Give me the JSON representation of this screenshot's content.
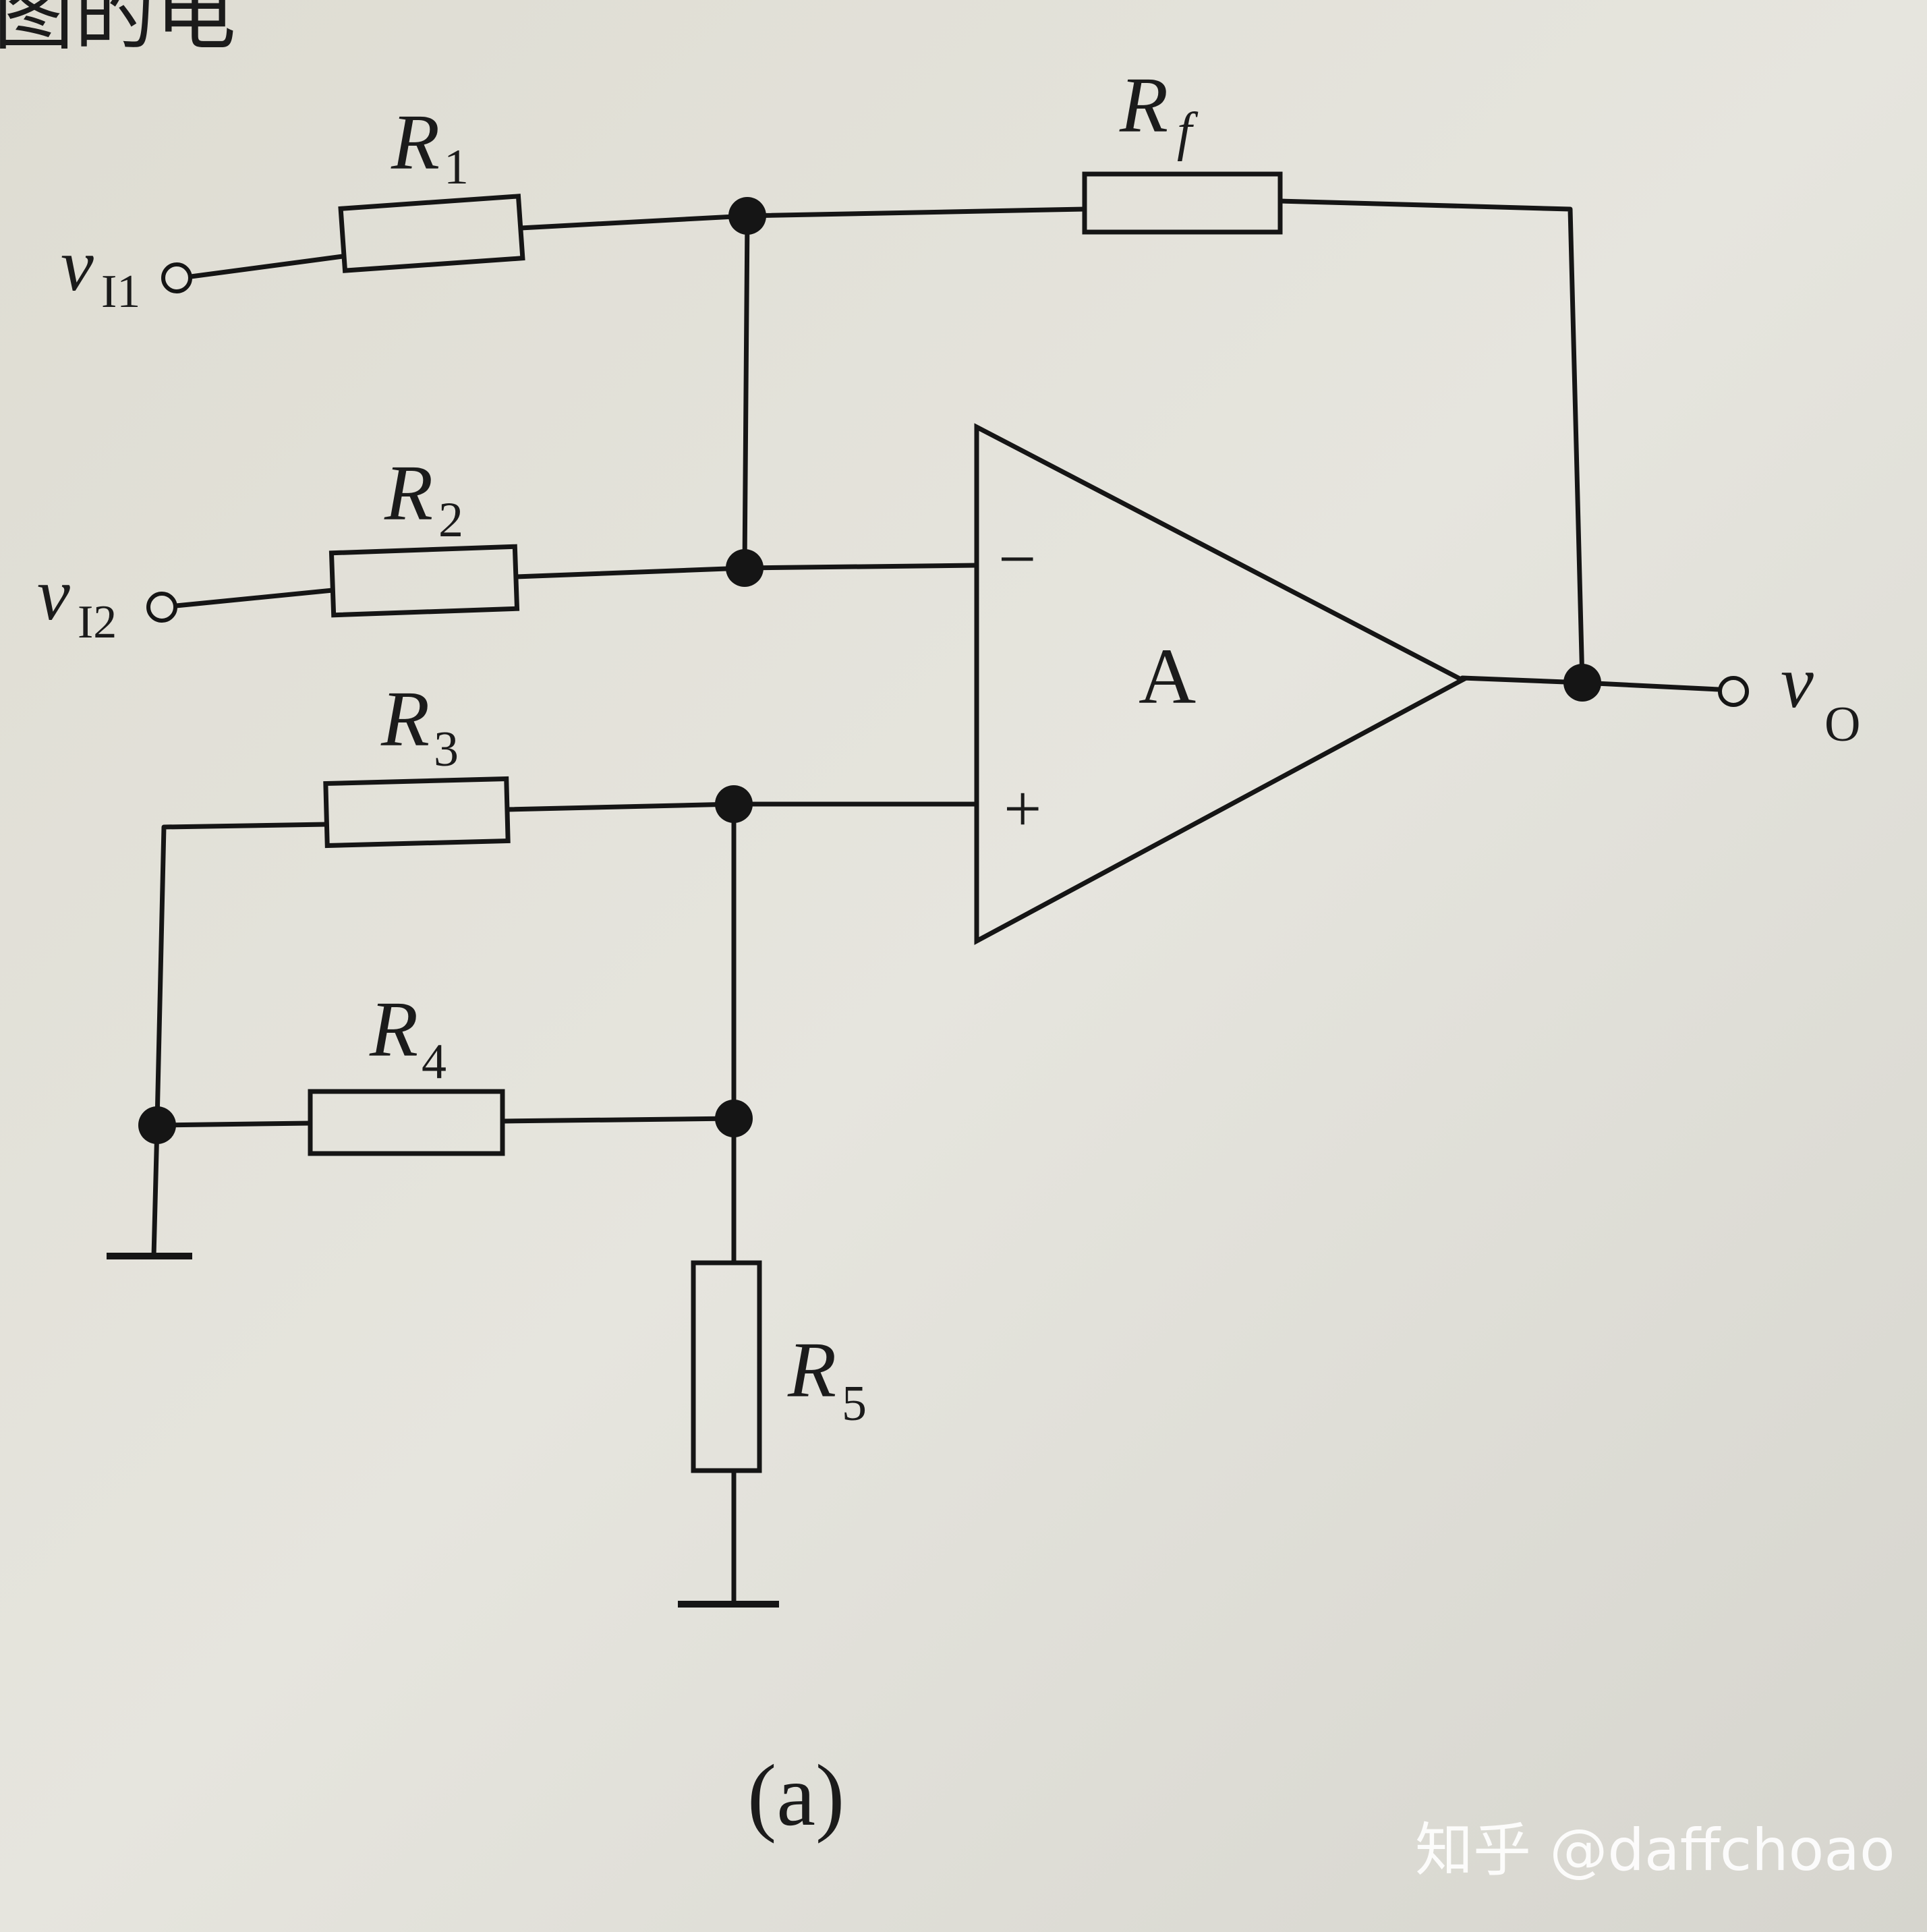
{
  "header_fragment": "图的电",
  "components": {
    "r1": {
      "letter": "R",
      "sub": "1"
    },
    "r2": {
      "letter": "R",
      "sub": "2"
    },
    "r3": {
      "letter": "R",
      "sub": "3"
    },
    "r4": {
      "letter": "R",
      "sub": "4"
    },
    "r5": {
      "letter": "R",
      "sub": "5"
    },
    "rf": {
      "letter": "R",
      "sub": "f"
    }
  },
  "terminals": {
    "vi1": {
      "letter": "v",
      "sub": "I1"
    },
    "vi2": {
      "letter": "v",
      "sub": "I2"
    },
    "vo": {
      "letter": "v",
      "sub": "O"
    }
  },
  "opamp": {
    "name": "A",
    "minus": "−",
    "plus": "+"
  },
  "caption": "(a)",
  "watermark": "知乎 @daffchoao"
}
